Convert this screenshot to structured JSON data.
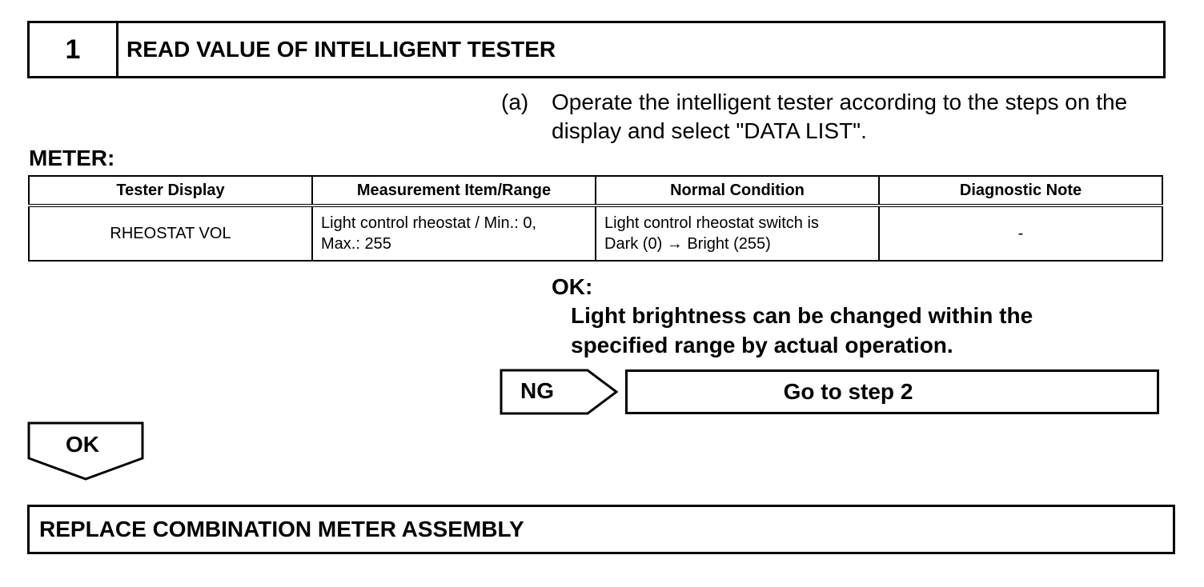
{
  "step": {
    "number": "1",
    "title": "READ VALUE OF INTELLIGENT TESTER"
  },
  "instruction": {
    "label": "(a)",
    "text": "Operate the intelligent tester according to the steps on the display and select \"DATA LIST\"."
  },
  "section_label": "METER:",
  "table": {
    "headers": [
      "Tester Display",
      "Measurement Item/Range",
      "Normal Condition",
      "Diagnostic Note"
    ],
    "rows": [
      {
        "tester_display": "RHEOSTAT VOL",
        "measurement_line1": "Light control rheostat / Min.: 0,",
        "measurement_line2": "Max.: 255",
        "normal_line1": "Light control rheostat switch is",
        "normal_line2": "Dark (0) → Bright (255)",
        "diagnostic_note": "-"
      }
    ]
  },
  "ok_condition": {
    "label": "OK:",
    "line1": "Light brightness can be changed within the",
    "line2": "specified range by actual operation."
  },
  "ng_branch": {
    "label": "NG",
    "target": "Go to step 2"
  },
  "ok_branch": {
    "label": "OK",
    "action": "REPLACE COMBINATION METER ASSEMBLY"
  }
}
